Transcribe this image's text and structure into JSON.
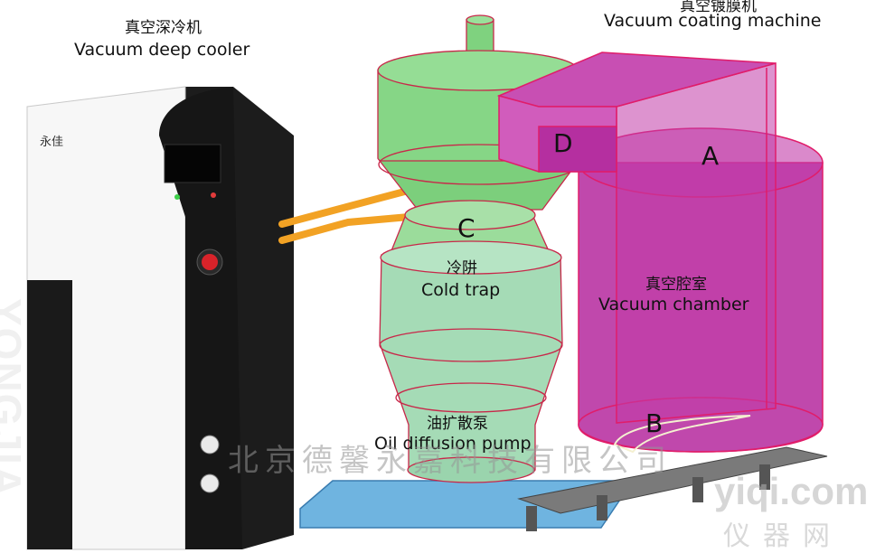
{
  "colors": {
    "cooler_front": "#ffffff",
    "cooler_panel": "#1c1c1c",
    "cold_trap_fill": "#8fd98f",
    "pump_fill": "#9fd9b2",
    "chamber_fill": "#b5289e",
    "chamber_stroke": "#e01d6a",
    "pipe": "#f2a224",
    "base_plate": "#6fb4e0",
    "stand": "#6e6e6e"
  },
  "labels": {
    "cooler_cn": "真空深冷机",
    "cooler_en": "Vacuum deep cooler",
    "machine_cn": "真空镀膜机",
    "machine_en": "Vacuum coating machine",
    "cold_trap_cn": "冷阱",
    "cold_trap_en": "Cold trap",
    "chamber_cn": "真空腔室",
    "chamber_en": "Vacuum chamber",
    "pump_cn": "油扩散泵",
    "pump_en": "Oil diffusion pump",
    "point_a": "A",
    "point_b": "B",
    "point_c": "C",
    "point_d": "D"
  },
  "product": {
    "brand_small": "永佳",
    "brand_vertical": "YONGJIA"
  },
  "watermark": {
    "company": "北京德馨永嘉科技有限公司",
    "site": "yiqi.com",
    "site_cn": "仪器网"
  }
}
